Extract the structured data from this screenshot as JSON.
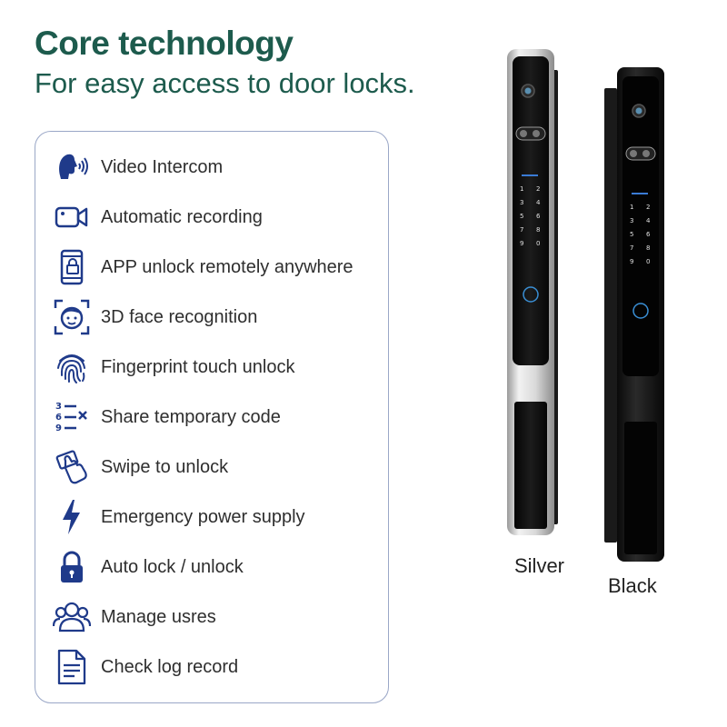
{
  "header": {
    "title": "Core technology",
    "subtitle": "For easy access to door locks."
  },
  "features": [
    {
      "label": "Video Intercom",
      "icon": "face-voice-icon"
    },
    {
      "label": "Automatic recording",
      "icon": "video-camera-icon"
    },
    {
      "label": "APP unlock remotely anywhere",
      "icon": "phone-lock-icon"
    },
    {
      "label": "3D face recognition",
      "icon": "face-scan-icon"
    },
    {
      "label": "Fingerprint touch unlock",
      "icon": "fingerprint-icon"
    },
    {
      "label": "Share temporary code",
      "icon": "code-list-icon"
    },
    {
      "label": "Swipe to unlock",
      "icon": "card-swipe-icon"
    },
    {
      "label": "Emergency power supply",
      "icon": "lightning-icon"
    },
    {
      "label": "Auto lock / unlock",
      "icon": "padlock-icon"
    },
    {
      "label": "Manage usres",
      "icon": "users-icon"
    },
    {
      "label": "Check log record",
      "icon": "document-icon"
    }
  ],
  "products": {
    "silver": {
      "label": "Silver"
    },
    "black": {
      "label": "Black"
    }
  },
  "keypad_keys": [
    "1",
    "2",
    "3",
    "4",
    "5",
    "6",
    "7",
    "8",
    "9",
    "0"
  ],
  "colors": {
    "accent": "#1d5b4d",
    "icon": "#1f3a8a",
    "border": "#9aa7c7"
  }
}
